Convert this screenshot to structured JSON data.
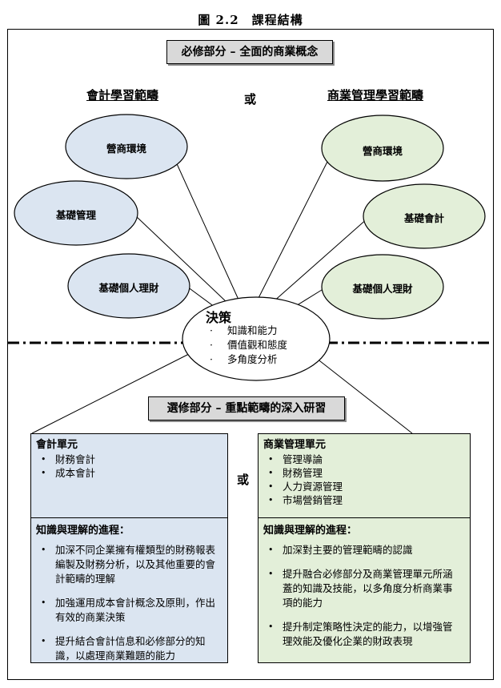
{
  "figure_title": "圖 2.2　課程結構",
  "compulsory_title": "必修部分 – 全面的商業概念",
  "left_heading": "會計學習範疇",
  "right_heading": "商業管理學習範疇",
  "or_label": "或",
  "left_ellipses": [
    "營商環境",
    "基礎管理",
    "基礎個人理財"
  ],
  "right_ellipses": [
    "營商環境",
    "基礎會計",
    "基礎個人理財"
  ],
  "center": {
    "title": "決策",
    "items": [
      "知識和能力",
      "價值觀和態度",
      "多角度分析"
    ]
  },
  "elective_title": "選修部分 – 重點範疇的深入研習",
  "accounting_panel": {
    "title": "會計單元",
    "items": [
      "財務會計",
      "成本會計"
    ],
    "progress_title": "知識與理解的進程：",
    "progress_items": [
      "加深不同企業擁有權類型的財務報表編製及財務分析，以及其他重要的會計範疇的理解",
      "加強運用成本會計概念及原則，作出有效的商業決策",
      "提升結合會計信息和必修部分的知識，以處理商業難題的能力"
    ]
  },
  "management_panel": {
    "title": "商業管理單元",
    "items": [
      "管理導論",
      "財務管理",
      "人力資源管理",
      "市場營銷管理"
    ],
    "progress_title": "知識與理解的進程：",
    "progress_items": [
      "加深對主要的管理範疇的認識",
      "提升融合必修部分及商業管理單元所涵蓋的知識及技能，以多角度分析商業事項的能力",
      "提升制定策略性決定的能力，以增強管理效能及優化企業的財政表現"
    ]
  },
  "colors": {
    "ellipse_blue": "#dbe5f1",
    "ellipse_green": "#e3efd9",
    "panel_blue": "#dbe5f1",
    "panel_green": "#e3efd9",
    "title_box_gray": "#d9d9d9"
  }
}
